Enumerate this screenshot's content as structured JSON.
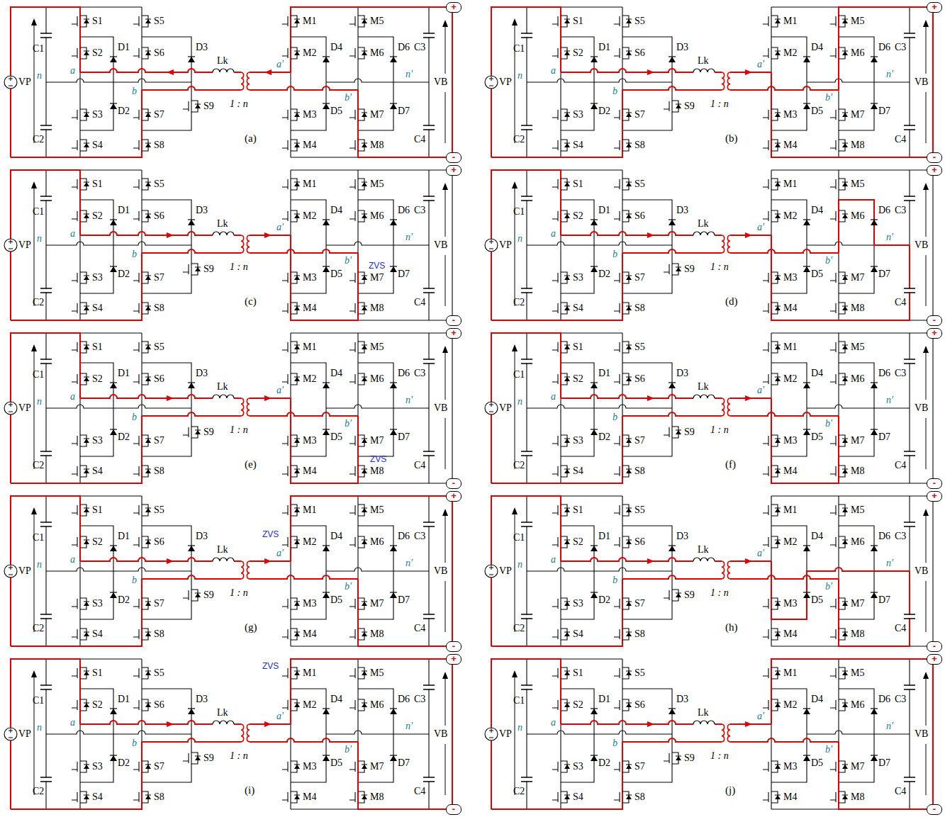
{
  "diagram": {
    "nodes": [
      {
        "text": [
          "+"
        ]
      },
      {
        "text": [
          "-"
        ]
      },
      {
        "text": [
          "+"
        ]
      },
      {
        "text": [
          "-"
        ]
      },
      {
        "text": [
          "+"
        ]
      },
      {
        "text": [
          "-"
        ]
      },
      {
        "text": [
          "+"
        ]
      },
      {
        "text": [
          "-"
        ]
      },
      {
        "text": [
          "+"
        ]
      },
      {
        "text": [
          "-"
        ]
      },
      {
        "text": [
          "+"
        ]
      },
      {
        "text": [
          "-"
        ]
      },
      {
        "text": [
          "+"
        ]
      },
      {
        "text": [
          "-"
        ]
      },
      {
        "text": [
          "+"
        ]
      },
      {
        "text": [
          "-"
        ]
      },
      {
        "text": [
          "+"
        ]
      },
      {
        "text": [
          "-"
        ]
      },
      {
        "text": [
          "+"
        ]
      },
      {
        "text": [
          "-"
        ]
      }
    ],
    "labels": [
      "VP",
      "C1",
      "C2",
      "n",
      "S1",
      "S2",
      "S3",
      "S4",
      "a",
      "D1",
      "D2",
      "S5",
      "S6",
      "S7",
      "S8",
      "b",
      "D3",
      "S9",
      "Lk",
      "1 : n",
      "M1",
      "M2",
      "M3",
      "M4",
      "a'",
      "D4",
      "D5",
      "b'",
      "M5",
      "M6",
      "M7",
      "M8",
      "D6",
      "D7",
      "n'",
      "C3",
      "C4",
      "VB",
      "(a)",
      "VP",
      "C1",
      "C2",
      "n",
      "S1",
      "S2",
      "S3",
      "S4",
      "a",
      "D1",
      "D2",
      "S5",
      "S6",
      "S7",
      "S8",
      "b",
      "D3",
      "S9",
      "Lk",
      "1 : n",
      "M1",
      "M2",
      "M3",
      "M4",
      "a'",
      "D4",
      "D5",
      "b'",
      "M5",
      "M6",
      "M7",
      "M8",
      "D6",
      "D7",
      "n'",
      "C3",
      "C4",
      "VB",
      "(b)",
      "VP",
      "C1",
      "C2",
      "n",
      "S1",
      "S2",
      "S3",
      "S4",
      "a",
      "D1",
      "D2",
      "S5",
      "S6",
      "S7",
      "S8",
      "b",
      "D3",
      "S9",
      "Lk",
      "1 : n",
      "M1",
      "M2",
      "M3",
      "M4",
      "a'",
      "D4",
      "D5",
      "b'",
      "M5",
      "M6",
      "M7",
      "M8",
      "D6",
      "D7",
      "n'",
      "C3",
      "C4",
      "VB",
      "(c)",
      "ZVS",
      "VP",
      "C1",
      "C2",
      "n",
      "S1",
      "S2",
      "S3",
      "S4",
      "a",
      "D1",
      "D2",
      "S5",
      "S6",
      "S7",
      "S8",
      "b",
      "D3",
      "S9",
      "Lk",
      "1 : n",
      "M1",
      "M2",
      "M3",
      "M4",
      "a'",
      "D4",
      "D5",
      "b'",
      "M5",
      "M6",
      "M7",
      "M8",
      "D6",
      "D7",
      "n'",
      "C3",
      "C4",
      "VB",
      "(d)",
      "VP",
      "C1",
      "C2",
      "n",
      "S1",
      "S2",
      "S3",
      "S4",
      "a",
      "D1",
      "D2",
      "S5",
      "S6",
      "S7",
      "S8",
      "b",
      "D3",
      "S9",
      "Lk",
      "1 : n",
      "M1",
      "M2",
      "M3",
      "M4",
      "a'",
      "D4",
      "D5",
      "b'",
      "M5",
      "M6",
      "M7",
      "M8",
      "D6",
      "D7",
      "n'",
      "C3",
      "C4",
      "VB",
      "(e)",
      "ZVS",
      "VP",
      "C1",
      "C2",
      "n",
      "S1",
      "S2",
      "S3",
      "S4",
      "a",
      "D1",
      "D2",
      "S5",
      "S6",
      "S7",
      "S8",
      "b",
      "D3",
      "S9",
      "Lk",
      "1 : n",
      "M1",
      "M2",
      "M3",
      "M4",
      "a'",
      "D4",
      "D5",
      "b'",
      "M5",
      "M6",
      "M7",
      "M8",
      "D6",
      "D7",
      "n'",
      "C3",
      "C4",
      "VB",
      "(f)",
      "VP",
      "C1",
      "C2",
      "n",
      "S1",
      "S2",
      "S3",
      "S4",
      "a",
      "D1",
      "D2",
      "S5",
      "S6",
      "S7",
      "S8",
      "b",
      "D3",
      "S9",
      "Lk",
      "1 : n",
      "M1",
      "M2",
      "M3",
      "M4",
      "a'",
      "D4",
      "D5",
      "b'",
      "M5",
      "M6",
      "M7",
      "M8",
      "D6",
      "D7",
      "n'",
      "C3",
      "C4",
      "VB",
      "(g)",
      "ZVS",
      "VP",
      "C1",
      "C2",
      "n",
      "S1",
      "S2",
      "S3",
      "S4",
      "a",
      "D1",
      "D2",
      "S5",
      "S6",
      "S7",
      "S8",
      "b",
      "D3",
      "S9",
      "Lk",
      "1 : n",
      "M1",
      "M2",
      "M3",
      "M4",
      "a'",
      "D4",
      "D5",
      "b'",
      "M5",
      "M6",
      "M7",
      "M8",
      "D6",
      "D7",
      "n'",
      "C3",
      "C4",
      "VB",
      "(h)",
      "VP",
      "C1",
      "C2",
      "n",
      "S1",
      "S2",
      "S3",
      "S4",
      "a",
      "D1",
      "D2",
      "S5",
      "S6",
      "S7",
      "S8",
      "b",
      "D3",
      "S9",
      "Lk",
      "1 : n",
      "M1",
      "M2",
      "M3",
      "M4",
      "a'",
      "D4",
      "D5",
      "b'",
      "M5",
      "M6",
      "M7",
      "M8",
      "D6",
      "D7",
      "n'",
      "C3",
      "C4",
      "VB",
      "(i)",
      "ZVS",
      "VP",
      "C1",
      "C2",
      "n",
      "S1",
      "S2",
      "S3",
      "S4",
      "a",
      "D1",
      "D2",
      "S5",
      "S6",
      "S7",
      "S8",
      "b",
      "D3",
      "S9",
      "Lk",
      "1 : n",
      "M1",
      "M2",
      "M3",
      "M4",
      "a'",
      "D4",
      "D5",
      "b'",
      "M5",
      "M6",
      "M7",
      "M8",
      "D6",
      "D7",
      "n'",
      "C3",
      "C4",
      "VB",
      "(j)"
    ]
  }
}
